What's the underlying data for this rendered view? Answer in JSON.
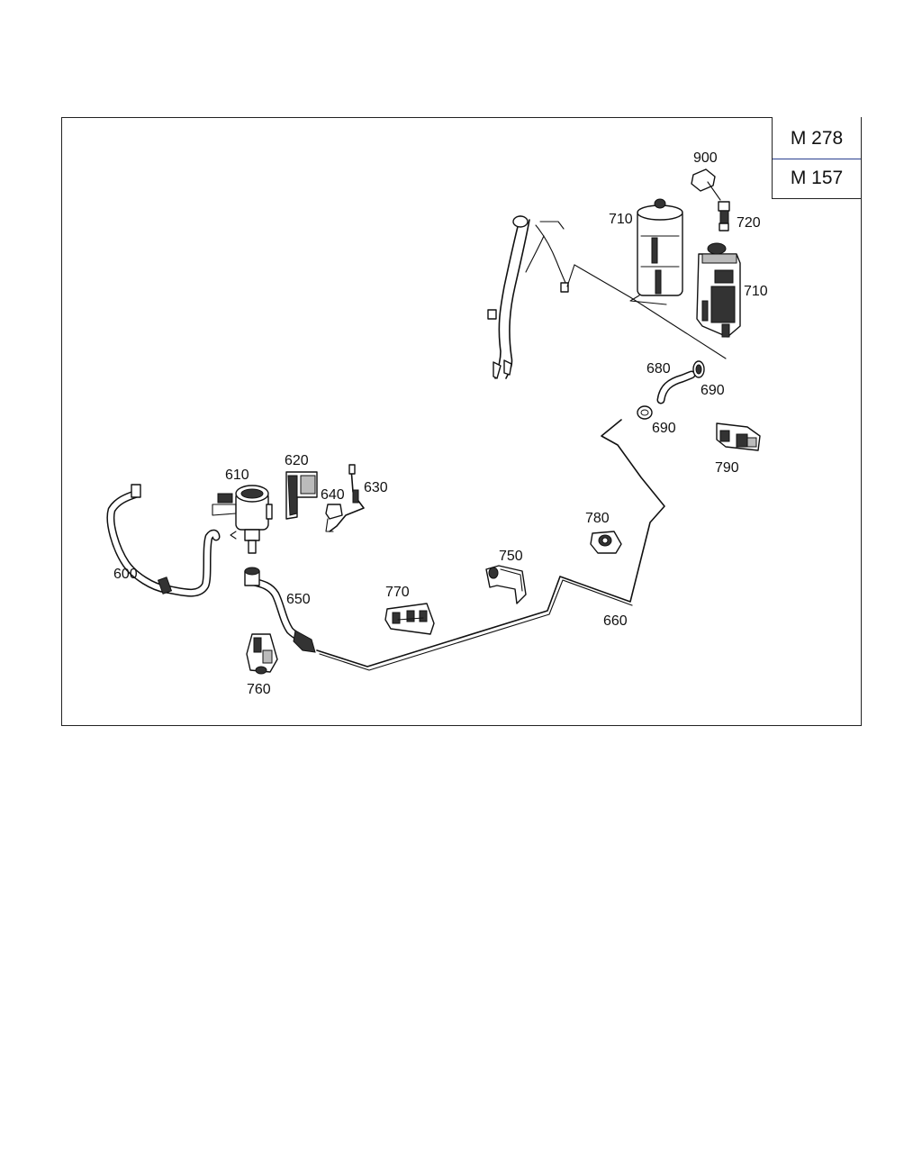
{
  "engine_codes": [
    "M 278",
    "M 157"
  ],
  "part_labels": {
    "p900": "900",
    "p710a": "710",
    "p720": "720",
    "p710b": "710",
    "p680": "680",
    "p690a": "690",
    "p690b": "690",
    "p790": "790",
    "p610": "610",
    "p620": "620",
    "p640": "640",
    "p630": "630",
    "p600": "600",
    "p650": "650",
    "p780": "780",
    "p750": "750",
    "p770": "770",
    "p660": "660",
    "p760": "760"
  }
}
